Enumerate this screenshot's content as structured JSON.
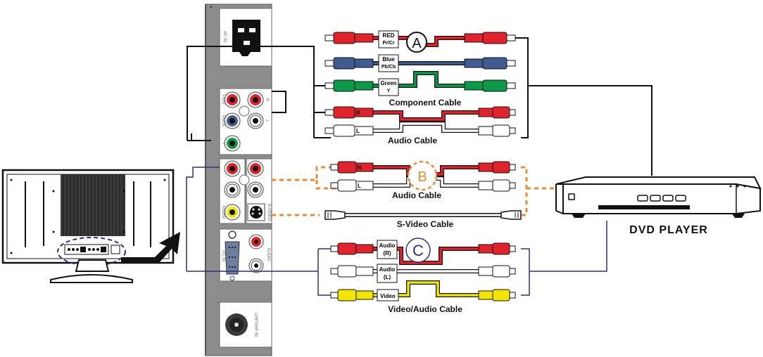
{
  "panel": {
    "ac_in": "AC IN",
    "pc_in": "PC IN",
    "svideo": "S-VIDEO",
    "audio": "AUDIO",
    "uhf": "UHF/VHF IN",
    "pr": "Pr/Cr",
    "pb": "Pb/Cb",
    "y": "Y",
    "video": "VIDEO",
    "r": "R",
    "l": "L"
  },
  "markers": {
    "a": "A",
    "b": "B",
    "c": "C"
  },
  "component": {
    "red_top": "RED",
    "red_bottom": "Pr/Cr",
    "blue_top": "Blue",
    "blue_bottom": "Pb/Cb",
    "green_top": "Green",
    "green_bottom": "Y",
    "caption": "Component Cable"
  },
  "audio1": {
    "r": "R",
    "l": "L",
    "caption": "Audio Cable"
  },
  "audio2": {
    "r": "R",
    "l": "L",
    "caption": "Audio Cable"
  },
  "svideo": {
    "caption": "S-Video Cable"
  },
  "av": {
    "r_top": "Audio",
    "r_bottom": "(R)",
    "l_top": "Audio",
    "l_bottom": "(L)",
    "video": "Video",
    "caption": "Video/Audio Cable"
  },
  "dvd": {
    "caption": "DVD PLAYER"
  },
  "colors": {
    "red": "#e3232b",
    "blue": "#3f5b8f",
    "green": "#0a9a48",
    "yellow": "#f2e600",
    "orange": "#f08a2c",
    "navy": "#2b2f86",
    "panel": "#8c8c8c",
    "black": "#111111"
  }
}
